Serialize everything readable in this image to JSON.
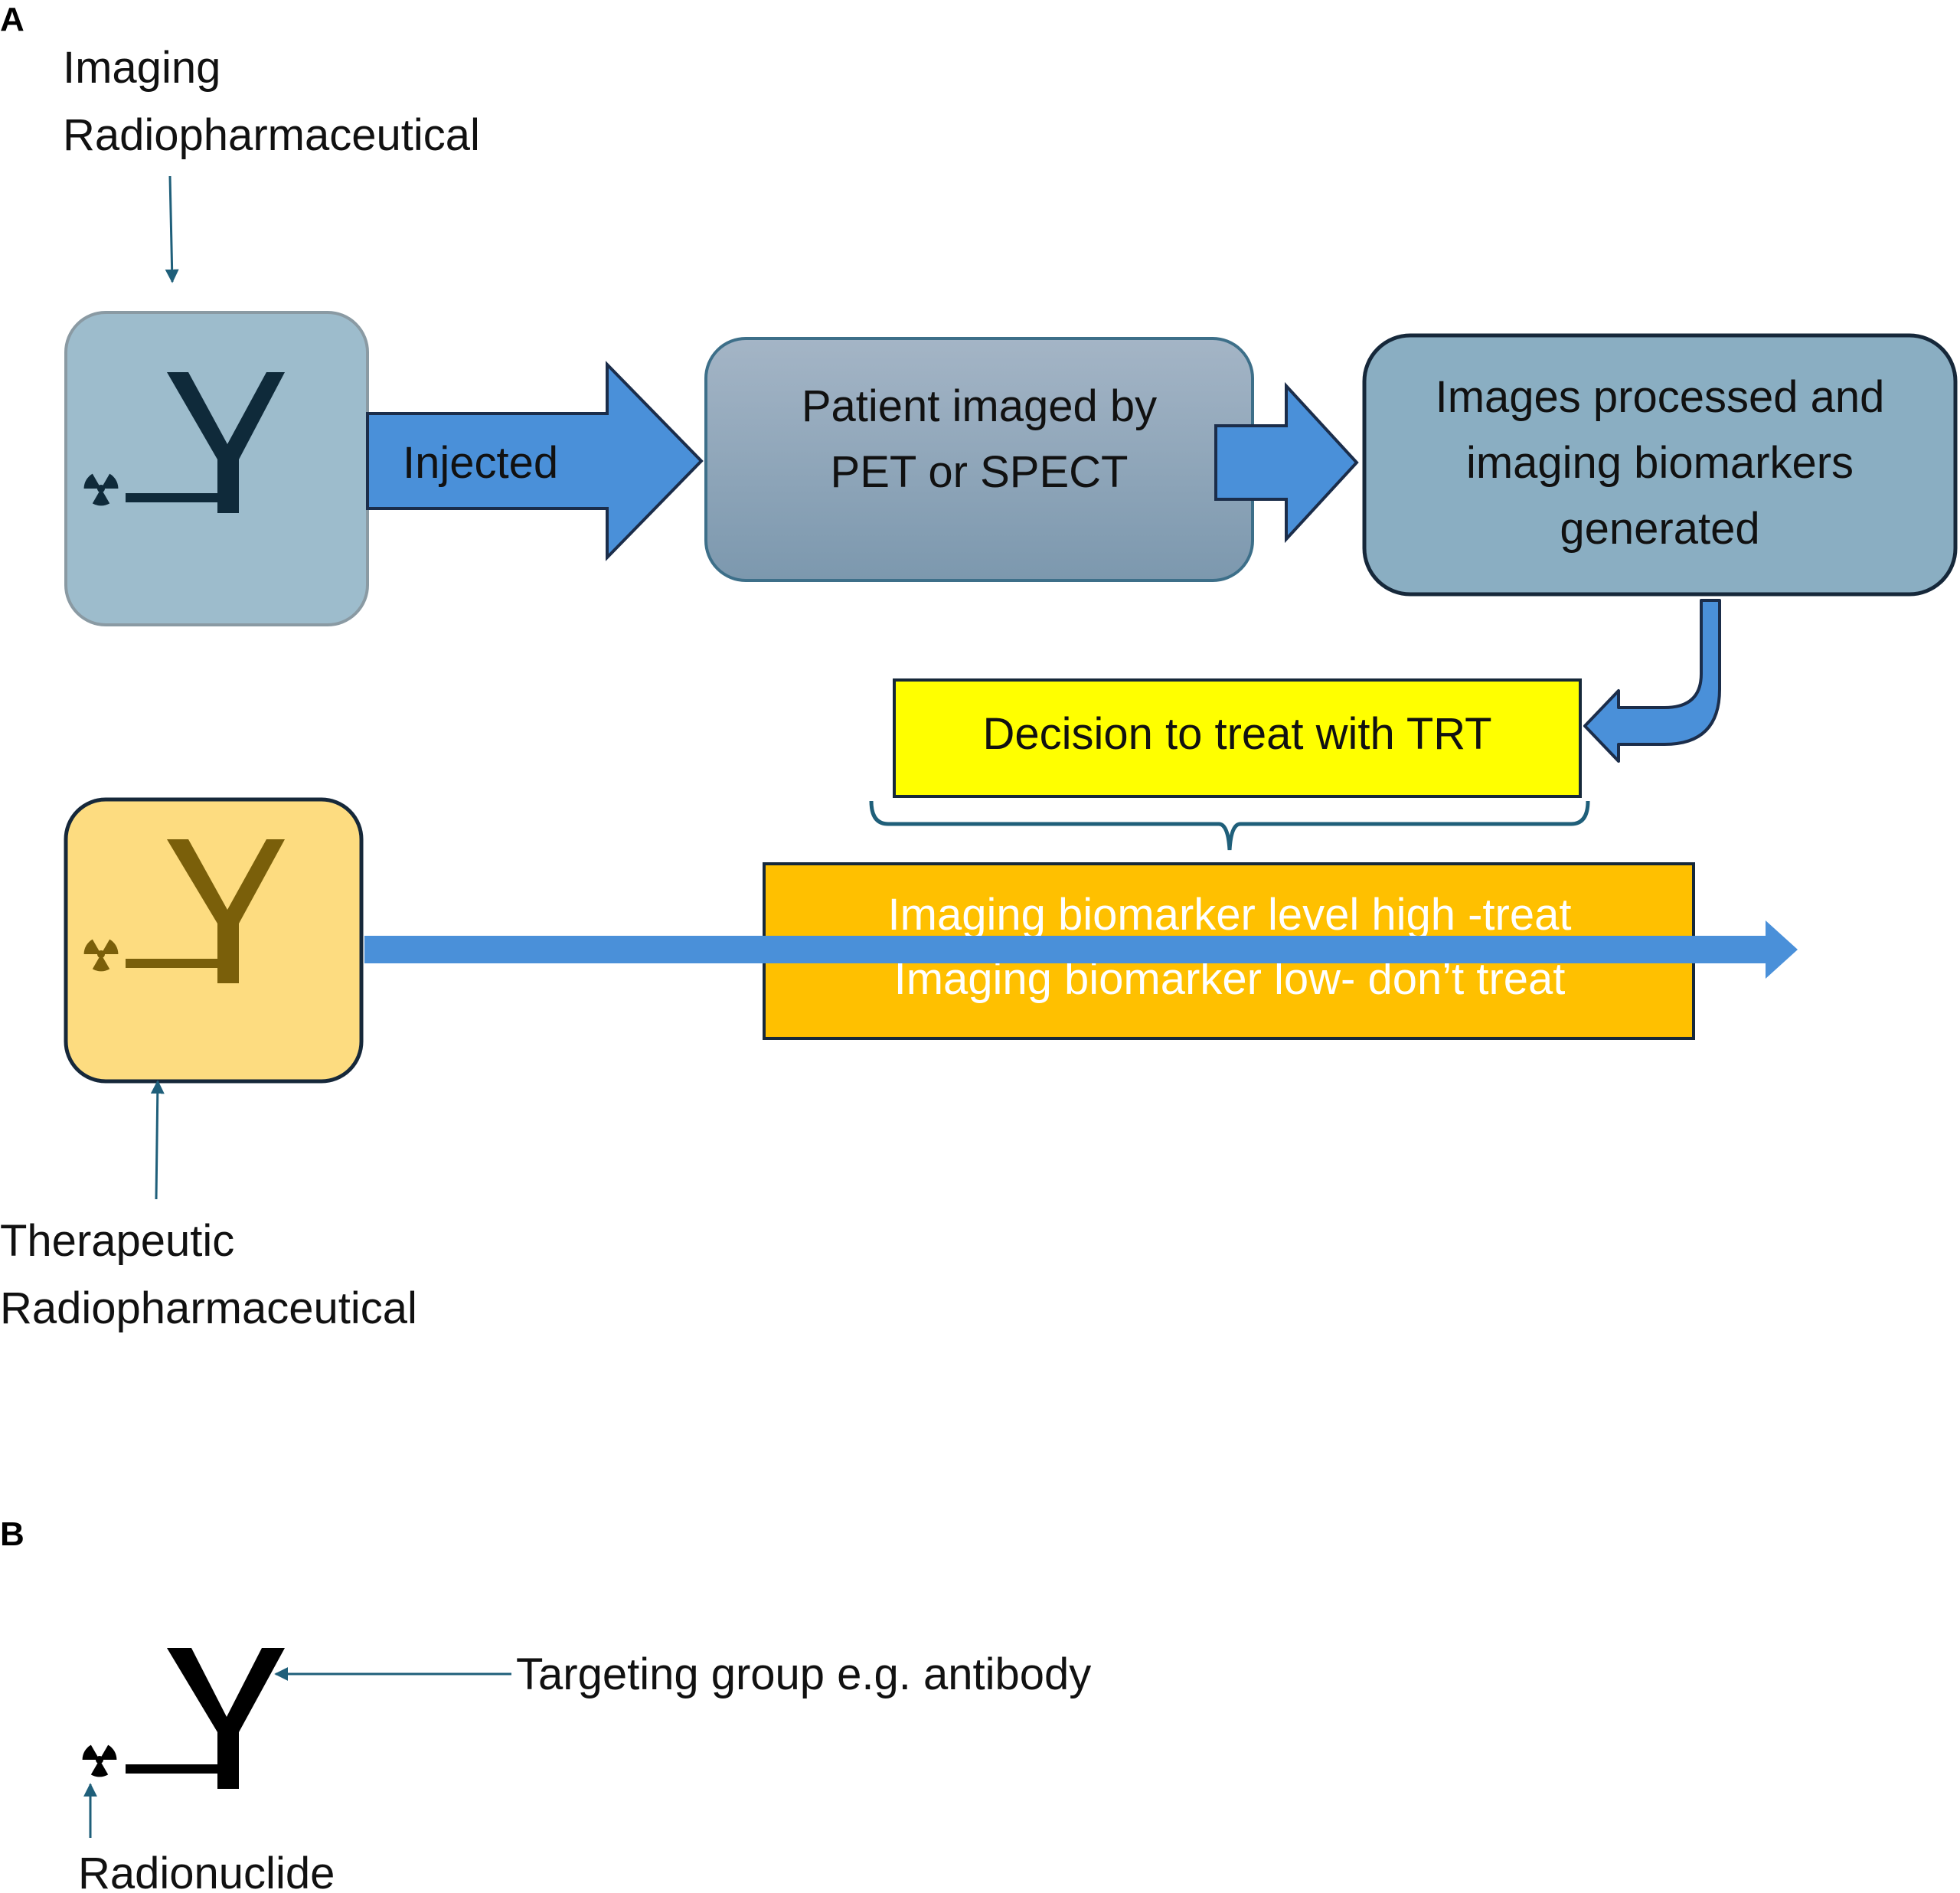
{
  "panel_a": {
    "letter": "A",
    "imaging_label_line1": "Imaging",
    "imaging_label_line2": "Radiopharmaceutical",
    "injected_label": "Injected",
    "patient_box_line1": "Patient imaged by",
    "patient_box_line2": "PET or SPECT",
    "images_box_line1": "Images processed and",
    "images_box_line2": "imaging biomarkers",
    "images_box_line3": "generated",
    "decision_label": "Decision to treat with TRT",
    "criteria_line1": "Imaging biomarker level high -treat",
    "criteria_line2": "Imaging biomarker low- don’t treat",
    "therapeutic_label_line1": "Therapeutic",
    "therapeutic_label_line2": "Radiopharmaceutical"
  },
  "panel_b": {
    "letter": "B",
    "targeting_label": "Targeting group e.g. antibody",
    "radionuclide_label": "Radionuclide"
  },
  "colors": {
    "imaging_box": "#9dbccc",
    "therapeutic_box": "#fddc80",
    "blue_arrow": "#4a90d9",
    "patient_box_top": "#9fb1c3",
    "patient_box_bottom": "#7d99b0",
    "images_box": "#8aaec2",
    "decision_box": "#ffff00",
    "criteria_box": "#ffc000",
    "pointer_arrow": "#1f5f7a"
  },
  "icons": {
    "radiopharmaceutical": "y-antibody-with-radiation-trefoil-icon",
    "radionuclide": "radiation-trefoil-icon"
  }
}
